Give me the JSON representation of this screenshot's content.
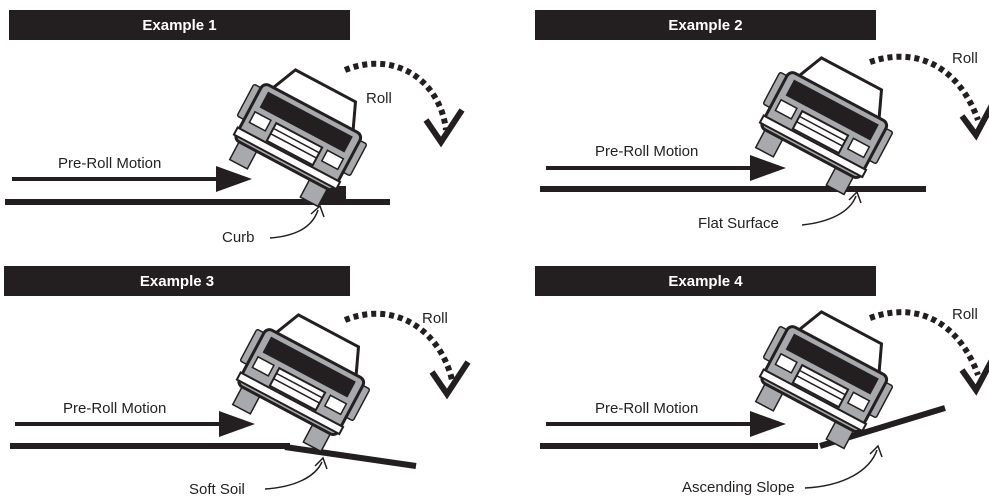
{
  "examples": [
    {
      "title": "Example 1",
      "motion_label": "Pre-Roll Motion",
      "roll_label": "Roll",
      "surface_label": "Curb"
    },
    {
      "title": "Example 2",
      "motion_label": "Pre-Roll Motion",
      "roll_label": "Roll",
      "surface_label": "Flat Surface"
    },
    {
      "title": "Example 3",
      "motion_label": "Pre-Roll Motion",
      "roll_label": "Roll",
      "surface_label": "Soft Soil"
    },
    {
      "title": "Example 4",
      "motion_label": "Pre-Roll Motion",
      "roll_label": "Roll",
      "surface_label": "Ascending Slope"
    }
  ],
  "colors": {
    "ink": "#231f20",
    "vehicle_gray": "#a7a9ac",
    "header_text": "#ffffff"
  },
  "icons": {
    "vehicle": "tilted-vehicle-front-view-icon",
    "roll": "dashed-curved-roll-arrow-icon",
    "motion": "straight-arrow-icon"
  }
}
